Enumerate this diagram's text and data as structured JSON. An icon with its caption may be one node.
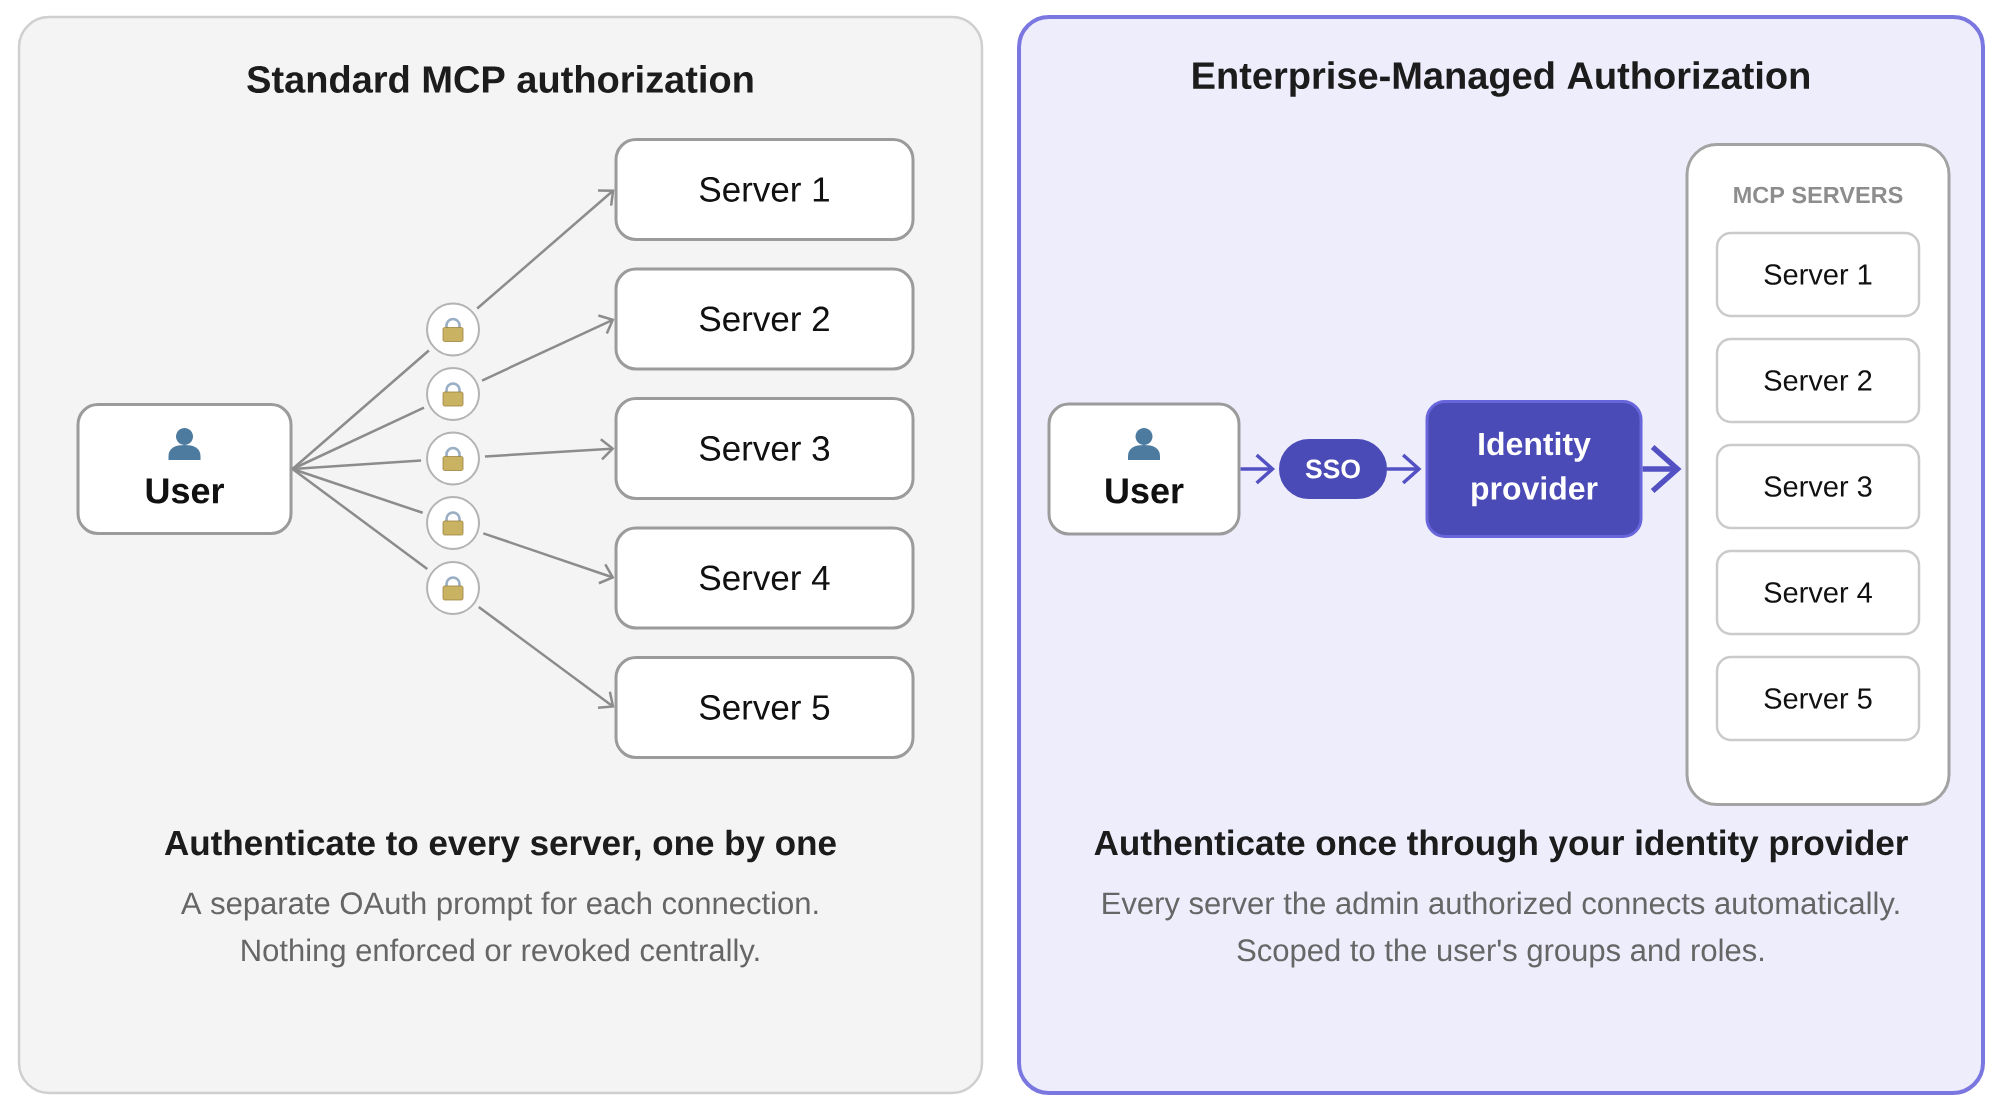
{
  "diagram": {
    "nodes": [
      {
        "text": [
          "Standard MCP authorization",
          "Authenticate to every server, one by one",
          "A separate OAuth prompt for each connection. Nothing enforced or revoked centrally."
        ]
      },
      {
        "text": [
          "User"
        ],
        "in": 0
      },
      {
        "text": [],
        "shape": "circle",
        "in": 0
      },
      {
        "text": [],
        "shape": "circle",
        "in": 0
      },
      {
        "text": [],
        "shape": "circle",
        "in": 0
      },
      {
        "text": [],
        "shape": "circle",
        "in": 0
      },
      {
        "text": [],
        "shape": "circle",
        "in": 0
      },
      {
        "text": [
          "Server 1"
        ],
        "in": 0
      },
      {
        "text": [
          "Server 2"
        ],
        "in": 0
      },
      {
        "text": [
          "Server 3"
        ],
        "in": 0
      },
      {
        "text": [
          "Server 4"
        ],
        "in": 0
      },
      {
        "text": [
          "Server 5"
        ],
        "in": 0
      },
      {
        "text": [
          "Enterprise-Managed Authorization",
          "Authenticate once through your identity provider",
          "Every server the admin authorized connects automatically. Scoped to the user's groups and roles."
        ]
      },
      {
        "text": [
          "User"
        ],
        "in": 12
      },
      {
        "text": [
          "SSO"
        ],
        "in": 12
      },
      {
        "text": [
          "Identity provider"
        ],
        "in": 12
      },
      {
        "text": [
          "MCP SERVERS"
        ],
        "in": 12
      },
      {
        "text": [
          "Server 1"
        ],
        "in": 16
      },
      {
        "text": [
          "Server 2"
        ],
        "in": 16
      },
      {
        "text": [
          "Server 3"
        ],
        "in": 16
      },
      {
        "text": [
          "Server 4"
        ],
        "in": 16
      },
      {
        "text": [
          "Server 5"
        ],
        "in": 16
      }
    ],
    "edges": [
      {
        "from": 1,
        "to": 2,
        "arrow": "none"
      },
      {
        "from": 2,
        "to": 7,
        "arrow": "to"
      },
      {
        "from": 1,
        "to": 3,
        "arrow": "none"
      },
      {
        "from": 3,
        "to": 8,
        "arrow": "to"
      },
      {
        "from": 1,
        "to": 4,
        "arrow": "none"
      },
      {
        "from": 4,
        "to": 9,
        "arrow": "to"
      },
      {
        "from": 1,
        "to": 5,
        "arrow": "none"
      },
      {
        "from": 5,
        "to": 10,
        "arrow": "to"
      },
      {
        "from": 1,
        "to": 6,
        "arrow": "none"
      },
      {
        "from": 6,
        "to": 11,
        "arrow": "to"
      },
      {
        "from": 13,
        "to": 14,
        "arrow": "to",
        "color": "#5250c2"
      },
      {
        "from": 14,
        "to": 15,
        "arrow": "to",
        "color": "#5250c2"
      },
      {
        "from": 15,
        "to": 16,
        "arrow": "to",
        "color": "#5250c2",
        "style": "thick"
      }
    ]
  }
}
